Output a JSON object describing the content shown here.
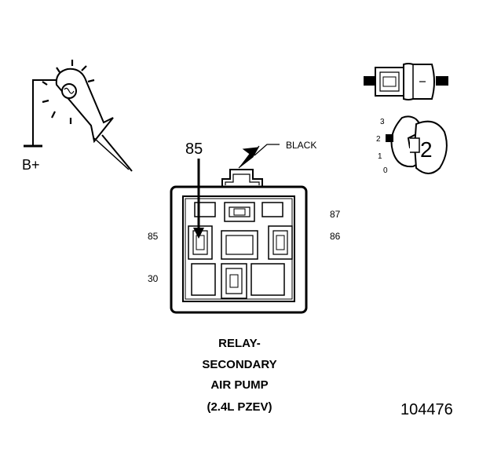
{
  "diagram": {
    "test_light_label": "B+",
    "connector_wire_color": "BLACK",
    "callout_pin": "85",
    "pin_labels": {
      "pin_87": "87",
      "pin_85": "85",
      "pin_86": "86",
      "pin_30": "30"
    },
    "meter_scale": {
      "s3": "3",
      "s2": "2",
      "s1": "1",
      "s0": "0",
      "selected": "2"
    },
    "caption": {
      "line1": "RELAY-",
      "line2": "SECONDARY",
      "line3": "AIR PUMP",
      "line4": "(2.4L PZEV)"
    },
    "figure_number": "104476"
  }
}
